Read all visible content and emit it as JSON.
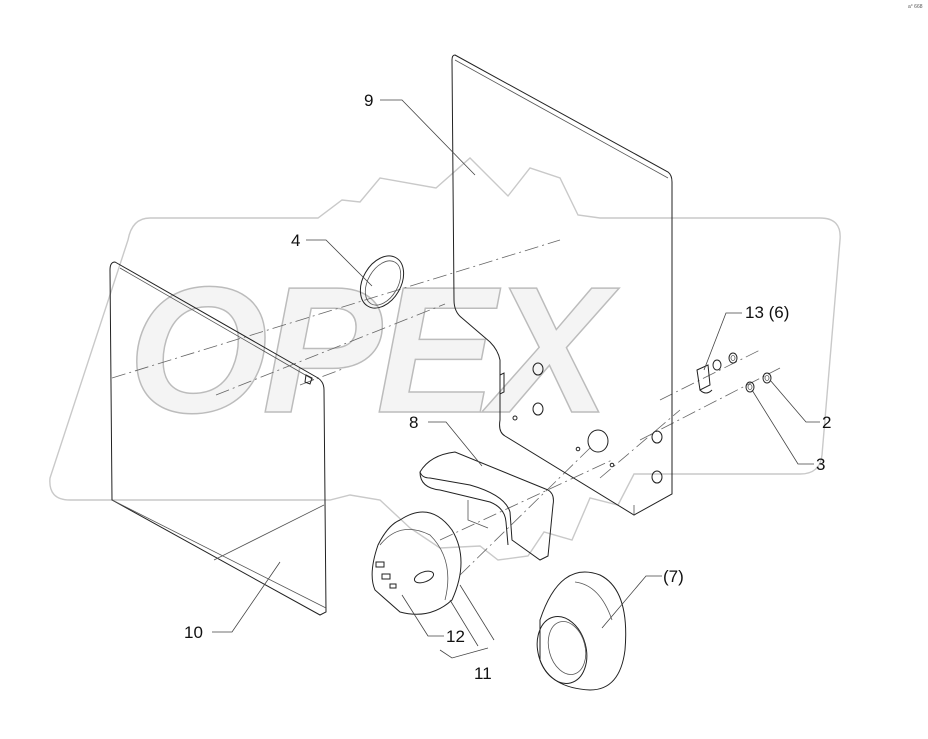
{
  "diagram": {
    "watermark_text": "OPEX",
    "corner_mark": "a° 668",
    "labels": {
      "part_9": "9",
      "part_4": "4",
      "part_13_6": "13 (6)",
      "part_8": "8",
      "part_2": "2",
      "part_3": "3",
      "part_7": "(7)",
      "part_10": "10",
      "part_12": "12",
      "part_11": "11"
    }
  }
}
